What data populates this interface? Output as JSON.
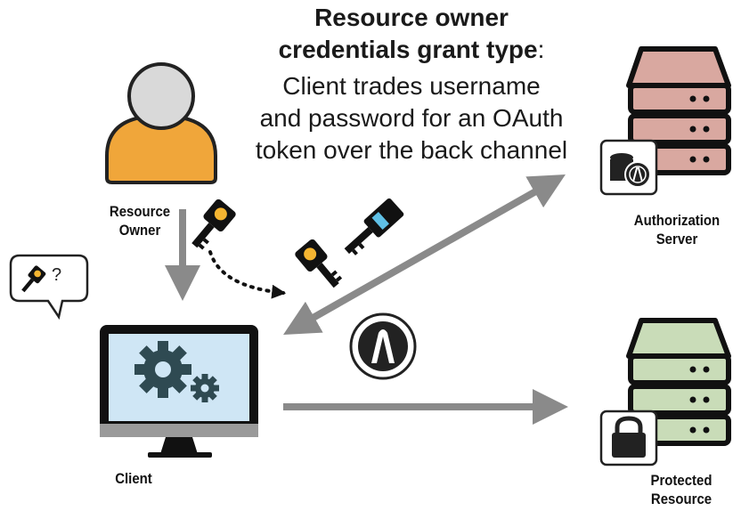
{
  "title": {
    "line1": "Resource owner",
    "line2_bold": "credentials grant type",
    "line2_colon": ":",
    "line3": "Client trades username",
    "line4": "and password for an OAuth",
    "line5": "token over the back channel"
  },
  "labels": {
    "resource_owner_line1": "Resource",
    "resource_owner_line2": "Owner",
    "authorization_server_line1": "Authorization",
    "authorization_server_line2": "Server",
    "client": "Client",
    "protected_resource_line1": "Protected",
    "protected_resource_line2": "Resource"
  },
  "speech_bubble": {
    "text": "?"
  },
  "token_badge": {
    "letter": "A"
  },
  "colors": {
    "arrow": "#8a8a8a",
    "person_body": "#f0a63a",
    "person_head": "#d9d9d9",
    "auth_server_accent": "#d9a8a0",
    "protected_server_accent": "#c9dcb8",
    "monitor_screen": "#cfe6f5",
    "key_gold": "#f5b531",
    "key_blue": "#5fc0e6"
  },
  "icons": [
    "person-icon",
    "key-icon",
    "server-icon",
    "database-icon",
    "lock-icon",
    "monitor-icon",
    "gears-icon",
    "speech-bubble-icon",
    "token-icon"
  ]
}
